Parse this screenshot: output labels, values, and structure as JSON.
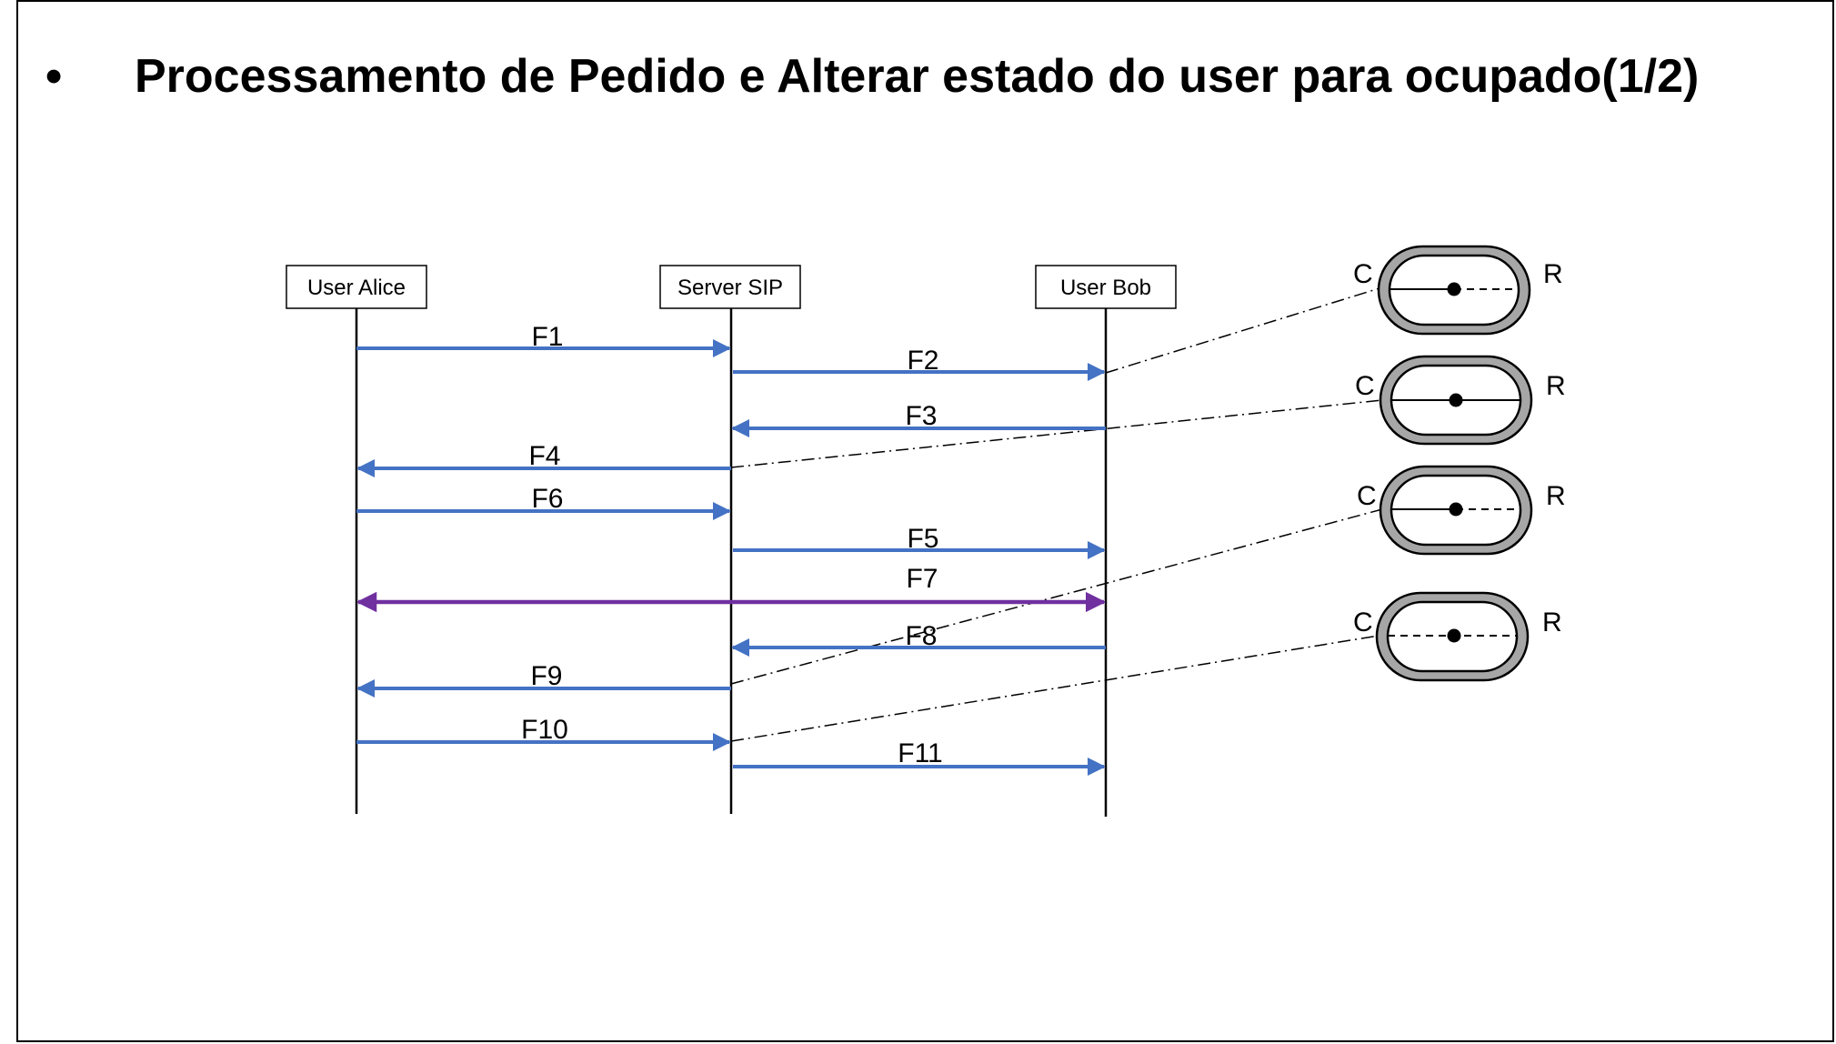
{
  "title": "Processamento de Pedido e Alterar estado do user para ocupado(1/2)",
  "bullet": "•",
  "participants": [
    {
      "id": "alice",
      "label": "User Alice"
    },
    {
      "id": "server",
      "label": "Server SIP"
    },
    {
      "id": "bob",
      "label": "User Bob"
    }
  ],
  "messages": [
    {
      "label": "F1",
      "from": "alice",
      "to": "server",
      "color": "#4472c4"
    },
    {
      "label": "F2",
      "from": "server",
      "to": "bob",
      "color": "#4472c4"
    },
    {
      "label": "F3",
      "from": "bob",
      "to": "server",
      "color": "#4472c4"
    },
    {
      "label": "F4",
      "from": "server",
      "to": "alice",
      "color": "#4472c4"
    },
    {
      "label": "F6",
      "from": "alice",
      "to": "server",
      "color": "#4472c4"
    },
    {
      "label": "F5",
      "from": "server",
      "to": "bob",
      "color": "#4472c4"
    },
    {
      "label": "F7",
      "from": "alice",
      "to": "bob",
      "bidirectional": true,
      "color": "#7030a0"
    },
    {
      "label": "F8",
      "from": "bob",
      "to": "server",
      "color": "#4472c4"
    },
    {
      "label": "F9",
      "from": "server",
      "to": "alice",
      "color": "#4472c4"
    },
    {
      "label": "F10",
      "from": "alice",
      "to": "server",
      "color": "#4472c4"
    },
    {
      "label": "F11",
      "from": "server",
      "to": "bob",
      "color": "#4472c4"
    }
  ],
  "states": [
    {
      "left_label": "C",
      "right_label": "R",
      "left_line": "solid",
      "right_line": "dashed",
      "linked_message": "F2"
    },
    {
      "left_label": "C",
      "right_label": "R",
      "left_line": "solid",
      "right_line": "solid",
      "linked_message": "F4"
    },
    {
      "left_label": "C",
      "right_label": "R",
      "left_line": "solid",
      "right_line": "dashed",
      "linked_message": "F9"
    },
    {
      "left_label": "C",
      "right_label": "R",
      "left_line": "dashed",
      "right_line": "dashed",
      "linked_message": "F10"
    }
  ],
  "colors": {
    "signal": "#4472c4",
    "media": "#7030a0",
    "state_ring": "#a6a6a6"
  }
}
